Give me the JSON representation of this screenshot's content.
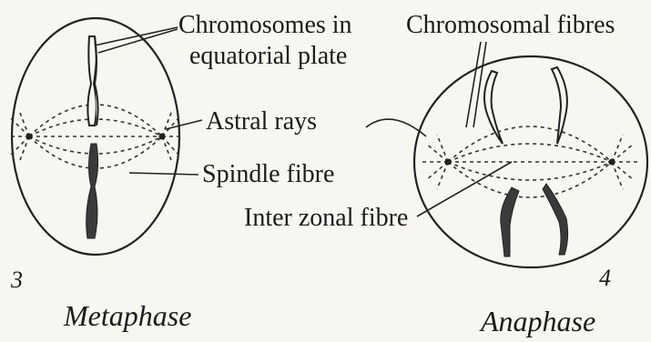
{
  "labels": {
    "chromosomes_line1": "Chromosomes in",
    "chromosomes_line2": "equatorial plate",
    "astral_rays": "Astral rays",
    "spindle_fibre": "Spindle fibre",
    "chromosomal_fibres": "Chromosomal fibres",
    "inter_zonal_fibre": "Inter zonal fibre"
  },
  "figures": [
    {
      "number": "3",
      "caption": "Metaphase"
    },
    {
      "number": "4",
      "caption": "Anaphase"
    }
  ],
  "colors": {
    "ink": "#222222",
    "paper": "#f7f6f1"
  }
}
